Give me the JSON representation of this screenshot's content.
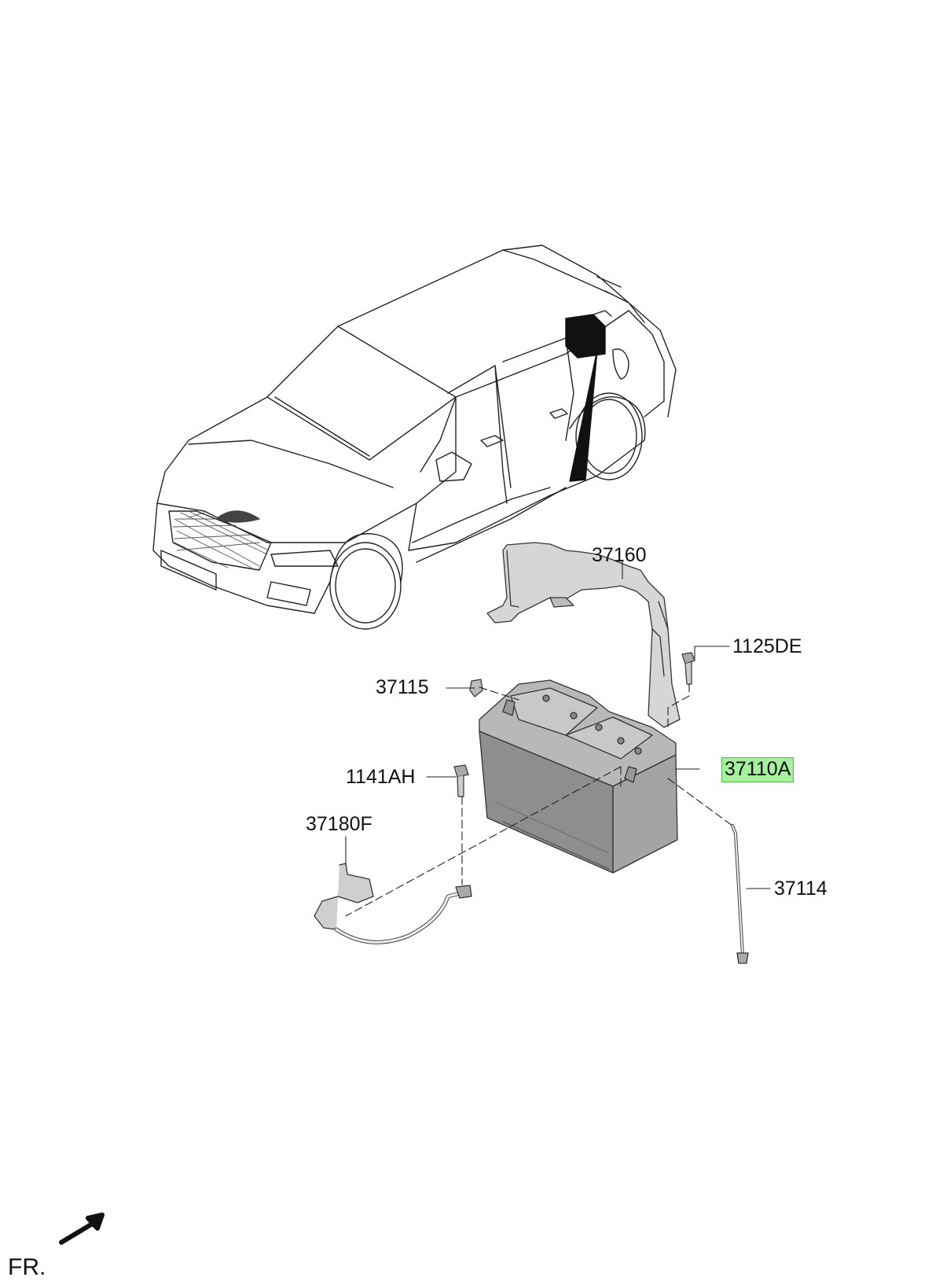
{
  "labels": {
    "p37160": "37160",
    "p1125DE": "1125DE",
    "p37115": "37115",
    "p37110A": "37110A",
    "p1141AH": "1141AH",
    "p37180F": "37180F",
    "p37114": "37114"
  },
  "front_indicator": "FR.",
  "highlight_color": "#a6f0a0",
  "battery_color": "#9a9a9a"
}
